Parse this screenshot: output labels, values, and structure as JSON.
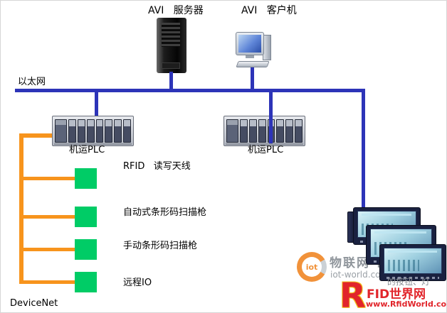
{
  "labels": {
    "avi_server": "AVI   服务器",
    "avi_client": "AVI   客户机",
    "ethernet": "以太网",
    "plc_left": "机运PLC",
    "plc_right": "机运PLC",
    "devicenet": "DeviceNet"
  },
  "devicenet_devices": [
    {
      "label": "RFID   读写天线"
    },
    {
      "label": "自动式条形码扫描枪"
    },
    {
      "label": "手动条形码扫描枪"
    },
    {
      "label": "远程IO"
    }
  ],
  "watermarks": {
    "iot": {
      "logo_text": "iot",
      "name": "物联网 世界",
      "url": "iot-world.com.cn"
    },
    "rfid": {
      "big_letter": "R",
      "site": "FID世界网",
      "url": "www.RfidWorld.com.cn"
    },
    "partial_caption": "的按钮、灯"
  },
  "colors": {
    "blue_line": "#2d34b8",
    "orange_line": "#f7941d",
    "green_node": "#00cc66"
  }
}
